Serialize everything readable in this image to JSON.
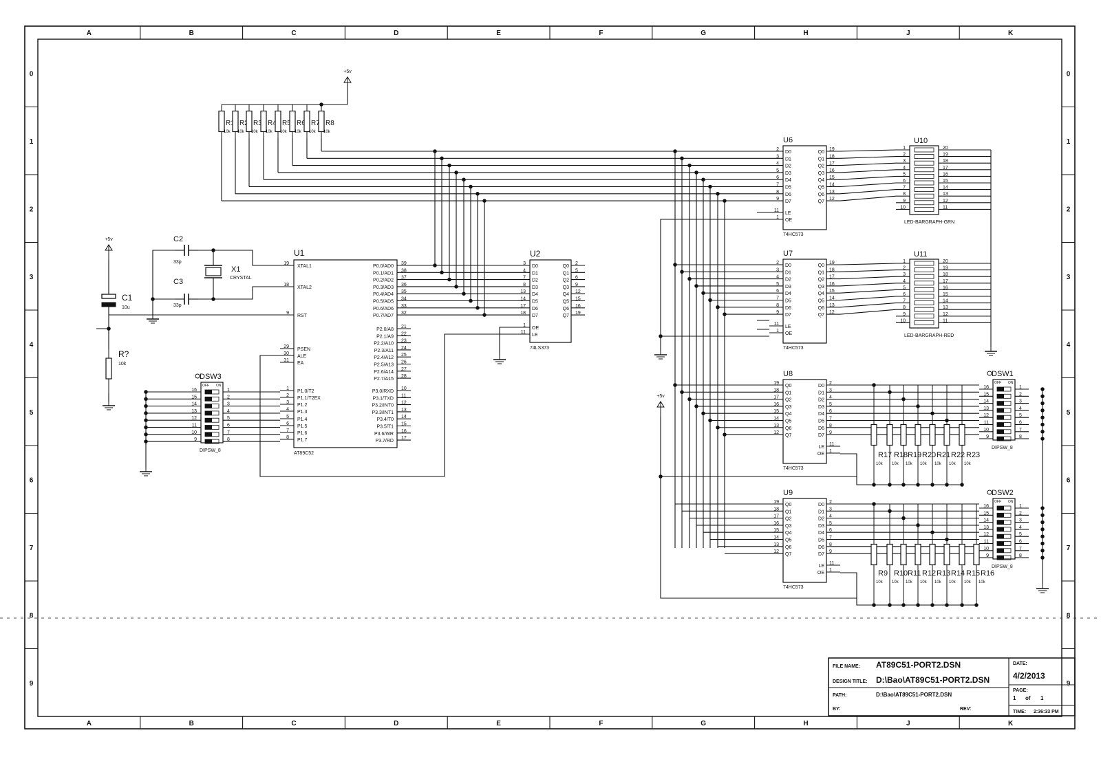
{
  "columns": [
    "A",
    "B",
    "C",
    "D",
    "E",
    "F",
    "G",
    "H",
    "J",
    "K"
  ],
  "rows": [
    "0",
    "1",
    "2",
    "3",
    "4",
    "5",
    "6",
    "7",
    "8",
    "9"
  ],
  "colors": {
    "ink": "#111111",
    "paper": "#ffffff"
  },
  "power": {
    "vcc": "+5v"
  },
  "pullups": {
    "labels": [
      "R1",
      "R2",
      "R3",
      "R4",
      "R5",
      "R6",
      "R7",
      "R8"
    ],
    "value": "10k"
  },
  "clock": {
    "c2": "C2",
    "c2_value": "33p",
    "c3": "C3",
    "c3_value": "33p",
    "x1": "X1",
    "x1_type": "CRYSTAL"
  },
  "reset": {
    "c1": "C1",
    "c1_value": "10u",
    "r": "R?",
    "r_value": "10k"
  },
  "u1": {
    "name": "U1",
    "part": "AT89C52",
    "left_pins": [
      {
        "num": "19",
        "name": "XTAL1"
      },
      {
        "num": "18",
        "name": "XTAL2"
      },
      {
        "num": "9",
        "name": "RST"
      },
      {
        "num": "29",
        "name": "PSEN"
      },
      {
        "num": "30",
        "name": "ALE"
      },
      {
        "num": "31",
        "name": "EA"
      },
      {
        "num": "1",
        "name": "P1.0/T2"
      },
      {
        "num": "2",
        "name": "P1.1/T2EX"
      },
      {
        "num": "3",
        "name": "P1.2"
      },
      {
        "num": "4",
        "name": "P1.3"
      },
      {
        "num": "5",
        "name": "P1.4"
      },
      {
        "num": "6",
        "name": "P1.5"
      },
      {
        "num": "7",
        "name": "P1.6"
      },
      {
        "num": "8",
        "name": "P1.7"
      }
    ],
    "right_pins": [
      {
        "num": "39",
        "name": "P0.0/AD0"
      },
      {
        "num": "38",
        "name": "P0.1/AD1"
      },
      {
        "num": "37",
        "name": "P0.2/AD2"
      },
      {
        "num": "36",
        "name": "P0.3/AD3"
      },
      {
        "num": "35",
        "name": "P0.4/AD4"
      },
      {
        "num": "34",
        "name": "P0.5/AD5"
      },
      {
        "num": "33",
        "name": "P0.6/AD6"
      },
      {
        "num": "32",
        "name": "P0.7/AD7"
      },
      {
        "num": "21",
        "name": "P2.0/A8"
      },
      {
        "num": "22",
        "name": "P2.1/A9"
      },
      {
        "num": "23",
        "name": "P2.2/A10"
      },
      {
        "num": "24",
        "name": "P2.3/A11"
      },
      {
        "num": "25",
        "name": "P2.4/A12"
      },
      {
        "num": "26",
        "name": "P2.5/A13"
      },
      {
        "num": "27",
        "name": "P2.6/A14"
      },
      {
        "num": "28",
        "name": "P2.7/A15"
      },
      {
        "num": "10",
        "name": "P3.0/RXD"
      },
      {
        "num": "11",
        "name": "P3.1/TXD"
      },
      {
        "num": "12",
        "name": "P3.2/INT0"
      },
      {
        "num": "13",
        "name": "P3.3/INT1"
      },
      {
        "num": "14",
        "name": "P3.4/T0"
      },
      {
        "num": "15",
        "name": "P3.5/T1"
      },
      {
        "num": "16",
        "name": "P3.6/WR"
      },
      {
        "num": "17",
        "name": "P3.7/RD"
      }
    ]
  },
  "u2": {
    "name": "U2",
    "part": "74LS373",
    "in_pins": [
      {
        "num": "3",
        "name": "D0"
      },
      {
        "num": "4",
        "name": "D1"
      },
      {
        "num": "7",
        "name": "D2"
      },
      {
        "num": "8",
        "name": "D3"
      },
      {
        "num": "13",
        "name": "D4"
      },
      {
        "num": "14",
        "name": "D5"
      },
      {
        "num": "17",
        "name": "D6"
      },
      {
        "num": "18",
        "name": "D7"
      }
    ],
    "out_pins": [
      {
        "num": "2",
        "name": "Q0"
      },
      {
        "num": "5",
        "name": "Q1"
      },
      {
        "num": "6",
        "name": "Q2"
      },
      {
        "num": "9",
        "name": "Q3"
      },
      {
        "num": "12",
        "name": "Q4"
      },
      {
        "num": "15",
        "name": "Q5"
      },
      {
        "num": "16",
        "name": "Q6"
      },
      {
        "num": "19",
        "name": "Q7"
      }
    ],
    "ctrl_pins": [
      {
        "num": "1",
        "name": "OE"
      },
      {
        "num": "11",
        "name": "LE"
      }
    ]
  },
  "latches_out": [
    {
      "name": "U6",
      "part": "74HC573",
      "in_pins": [
        {
          "num": "2",
          "name": "D0"
        },
        {
          "num": "3",
          "name": "D1"
        },
        {
          "num": "4",
          "name": "D2"
        },
        {
          "num": "5",
          "name": "D3"
        },
        {
          "num": "6",
          "name": "D4"
        },
        {
          "num": "7",
          "name": "D5"
        },
        {
          "num": "8",
          "name": "D6"
        },
        {
          "num": "9",
          "name": "D7"
        }
      ],
      "out_pins": [
        {
          "num": "19",
          "name": "Q0"
        },
        {
          "num": "18",
          "name": "Q1"
        },
        {
          "num": "17",
          "name": "Q2"
        },
        {
          "num": "16",
          "name": "Q3"
        },
        {
          "num": "15",
          "name": "Q4"
        },
        {
          "num": "14",
          "name": "Q5"
        },
        {
          "num": "13",
          "name": "Q6"
        },
        {
          "num": "12",
          "name": "Q7"
        }
      ],
      "ctrl_pins": [
        {
          "num": "11",
          "name": "LE"
        },
        {
          "num": "1",
          "name": "OE"
        }
      ]
    },
    {
      "name": "U7",
      "part": "74HC573",
      "in_pins": [
        {
          "num": "2",
          "name": "D0"
        },
        {
          "num": "3",
          "name": "D1"
        },
        {
          "num": "4",
          "name": "D2"
        },
        {
          "num": "5",
          "name": "D3"
        },
        {
          "num": "6",
          "name": "D4"
        },
        {
          "num": "7",
          "name": "D5"
        },
        {
          "num": "8",
          "name": "D6"
        },
        {
          "num": "9",
          "name": "D7"
        }
      ],
      "out_pins": [
        {
          "num": "19",
          "name": "Q0"
        },
        {
          "num": "18",
          "name": "Q1"
        },
        {
          "num": "17",
          "name": "Q2"
        },
        {
          "num": "16",
          "name": "Q3"
        },
        {
          "num": "15",
          "name": "Q4"
        },
        {
          "num": "14",
          "name": "Q5"
        },
        {
          "num": "13",
          "name": "Q6"
        },
        {
          "num": "12",
          "name": "Q7"
        }
      ],
      "ctrl_pins": [
        {
          "num": "11",
          "name": "LE"
        },
        {
          "num": "1",
          "name": "OE"
        }
      ]
    }
  ],
  "bargraphs": [
    {
      "name": "U10",
      "part": "LED-BARGRAPH-GRN",
      "left_nums": [
        "1",
        "2",
        "3",
        "4",
        "5",
        "6",
        "7",
        "8",
        "9",
        "10"
      ],
      "right_nums": [
        "20",
        "19",
        "18",
        "17",
        "16",
        "15",
        "14",
        "13",
        "12",
        "11"
      ]
    },
    {
      "name": "U11",
      "part": "LED-BARGRAPH-RED",
      "left_nums": [
        "1",
        "2",
        "3",
        "4",
        "5",
        "6",
        "7",
        "8",
        "9",
        "10"
      ],
      "right_nums": [
        "20",
        "19",
        "18",
        "17",
        "16",
        "15",
        "14",
        "13",
        "12",
        "11"
      ]
    }
  ],
  "latches_in": [
    {
      "name": "U8",
      "part": "74HC573",
      "out_pins": [
        {
          "num": "19",
          "name": "Q0"
        },
        {
          "num": "18",
          "name": "Q1"
        },
        {
          "num": "17",
          "name": "Q2"
        },
        {
          "num": "16",
          "name": "Q3"
        },
        {
          "num": "15",
          "name": "Q4"
        },
        {
          "num": "14",
          "name": "Q5"
        },
        {
          "num": "13",
          "name": "Q6"
        },
        {
          "num": "12",
          "name": "Q7"
        }
      ],
      "in_pins": [
        {
          "num": "2",
          "name": "D0"
        },
        {
          "num": "3",
          "name": "D1"
        },
        {
          "num": "4",
          "name": "D2"
        },
        {
          "num": "5",
          "name": "D3"
        },
        {
          "num": "6",
          "name": "D4"
        },
        {
          "num": "7",
          "name": "D5"
        },
        {
          "num": "8",
          "name": "D6"
        },
        {
          "num": "9",
          "name": "D7"
        }
      ],
      "ctrl_pins": [
        {
          "num": "11",
          "name": "LE"
        },
        {
          "num": "1",
          "name": "OE"
        }
      ]
    },
    {
      "name": "U9",
      "part": "74HC573",
      "out_pins": [
        {
          "num": "19",
          "name": "Q0"
        },
        {
          "num": "18",
          "name": "Q1"
        },
        {
          "num": "17",
          "name": "Q2"
        },
        {
          "num": "16",
          "name": "Q3"
        },
        {
          "num": "15",
          "name": "Q4"
        },
        {
          "num": "14",
          "name": "Q5"
        },
        {
          "num": "13",
          "name": "Q6"
        },
        {
          "num": "12",
          "name": "Q7"
        }
      ],
      "in_pins": [
        {
          "num": "2",
          "name": "D0"
        },
        {
          "num": "3",
          "name": "D1"
        },
        {
          "num": "4",
          "name": "D2"
        },
        {
          "num": "5",
          "name": "D3"
        },
        {
          "num": "6",
          "name": "D4"
        },
        {
          "num": "7",
          "name": "D5"
        },
        {
          "num": "8",
          "name": "D6"
        },
        {
          "num": "9",
          "name": "D7"
        }
      ],
      "ctrl_pins": [
        {
          "num": "11",
          "name": "LE"
        },
        {
          "num": "1",
          "name": "OE"
        }
      ]
    }
  ],
  "dipswitches": [
    {
      "name": "DSW1",
      "part": "DIPSW_8",
      "off": "OFF",
      "on": "ON",
      "left_nums": [
        "16",
        "15",
        "14",
        "13",
        "12",
        "11",
        "10",
        "9"
      ],
      "right_nums": [
        "1",
        "2",
        "3",
        "4",
        "5",
        "6",
        "7",
        "8"
      ]
    },
    {
      "name": "DSW2",
      "part": "DIPSW_8",
      "off": "OFF",
      "on": "ON",
      "left_nums": [
        "16",
        "15",
        "14",
        "13",
        "12",
        "11",
        "10",
        "9"
      ],
      "right_nums": [
        "1",
        "2",
        "3",
        "4",
        "5",
        "6",
        "7",
        "8"
      ]
    },
    {
      "name": "DSW3",
      "part": "DIPSW_8",
      "off": "OFF",
      "on": "ON",
      "left_nums": [
        "16",
        "15",
        "14",
        "13",
        "12",
        "11",
        "10",
        "9"
      ],
      "right_nums": [
        "1",
        "2",
        "3",
        "4",
        "5",
        "6",
        "7",
        "8"
      ]
    }
  ],
  "resistor_arrays": [
    {
      "labels": [
        "R17",
        "R18",
        "R19",
        "R20",
        "R21",
        "R22",
        "R23"
      ],
      "value": "10k"
    },
    {
      "labels": [
        "R9",
        "R10",
        "R11",
        "R12",
        "R13",
        "R14",
        "R15",
        "R16"
      ],
      "value": "10k"
    }
  ],
  "title_block": {
    "file_label": "FILE NAME:",
    "file_value": "AT89C51-PORT2.DSN",
    "design_label": "DESIGN TITLE:",
    "design_value": "D:\\Bao\\AT89C51-PORT2.DSN",
    "path_label": "PATH:",
    "path_value": "D:\\Bao\\AT89C51-PORT2.DSN",
    "by_label": "BY:",
    "rev_label": "REV:",
    "date_label": "DATE:",
    "date_value": "4/2/2013",
    "page_label": "PAGE:",
    "page_value": "1",
    "page_of": "of",
    "page_total": "1",
    "time_label": "TIME:",
    "time_value": "2:36:33 PM"
  }
}
